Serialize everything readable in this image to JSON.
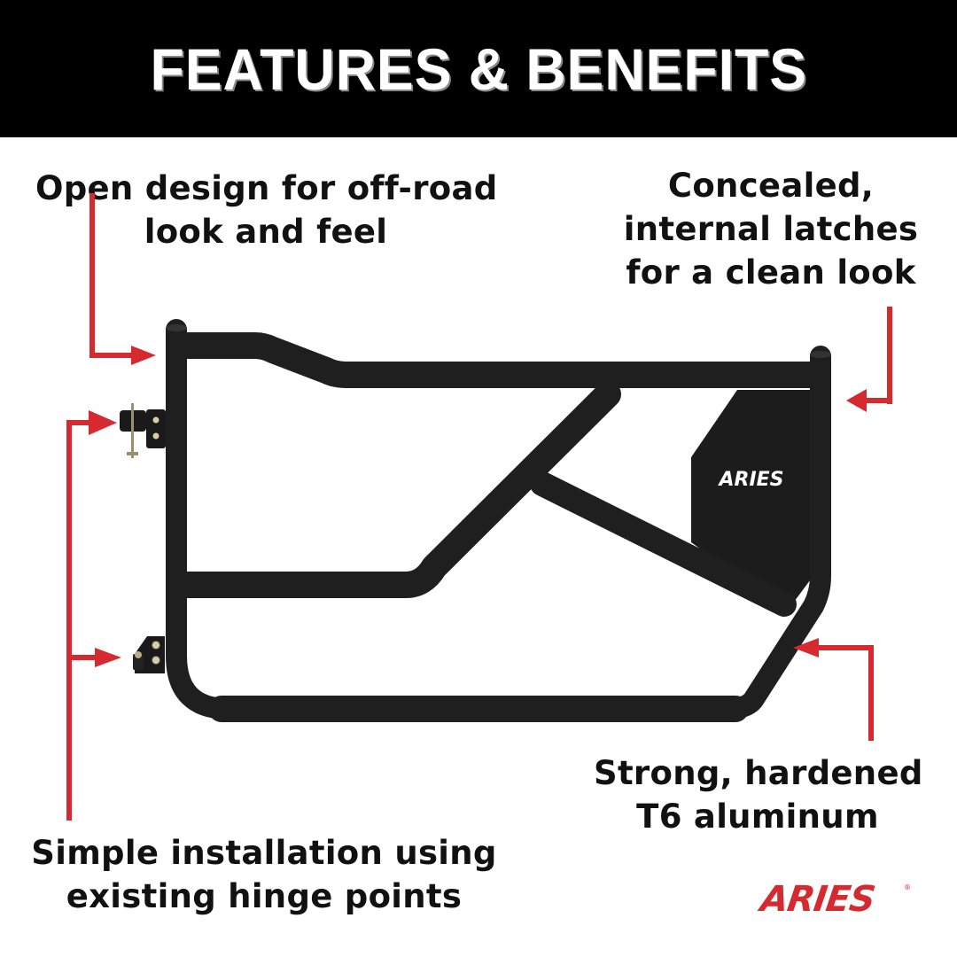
{
  "header": {
    "title": "FEATURES & BENEFITS"
  },
  "callouts": {
    "open_design": {
      "lines": [
        "Open design for off-road",
        "look and feel"
      ]
    },
    "concealed_latches": {
      "lines": [
        "Concealed,",
        "internal latches",
        "for a clean look"
      ]
    },
    "strong_aluminum": {
      "lines": [
        "Strong, hardened",
        "T6 aluminum"
      ]
    },
    "simple_installation": {
      "lines": [
        "Simple installation using",
        "existing hinge points"
      ]
    }
  },
  "product": {
    "panel_logo_text": "ARIES"
  },
  "brand": {
    "logo_text": "ARIES",
    "trademark": "®"
  },
  "colors": {
    "header_bg": "#000000",
    "header_text": "#ffffff",
    "accent_red": "#D42A30",
    "body_text": "#111111",
    "product_black": "#1e1e1e"
  }
}
